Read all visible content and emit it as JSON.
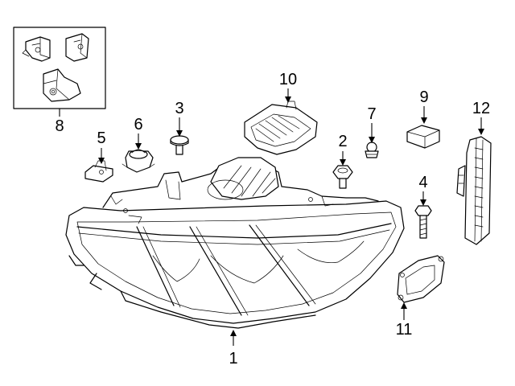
{
  "callouts": [
    {
      "id": "1",
      "label": "1"
    },
    {
      "id": "2",
      "label": "2"
    },
    {
      "id": "3",
      "label": "3"
    },
    {
      "id": "4",
      "label": "4"
    },
    {
      "id": "5",
      "label": "5"
    },
    {
      "id": "6",
      "label": "6"
    },
    {
      "id": "7",
      "label": "7"
    },
    {
      "id": "8",
      "label": "8"
    },
    {
      "id": "9",
      "label": "9"
    },
    {
      "id": "10",
      "label": "10"
    },
    {
      "id": "11",
      "label": "11"
    },
    {
      "id": "12",
      "label": "12"
    }
  ]
}
